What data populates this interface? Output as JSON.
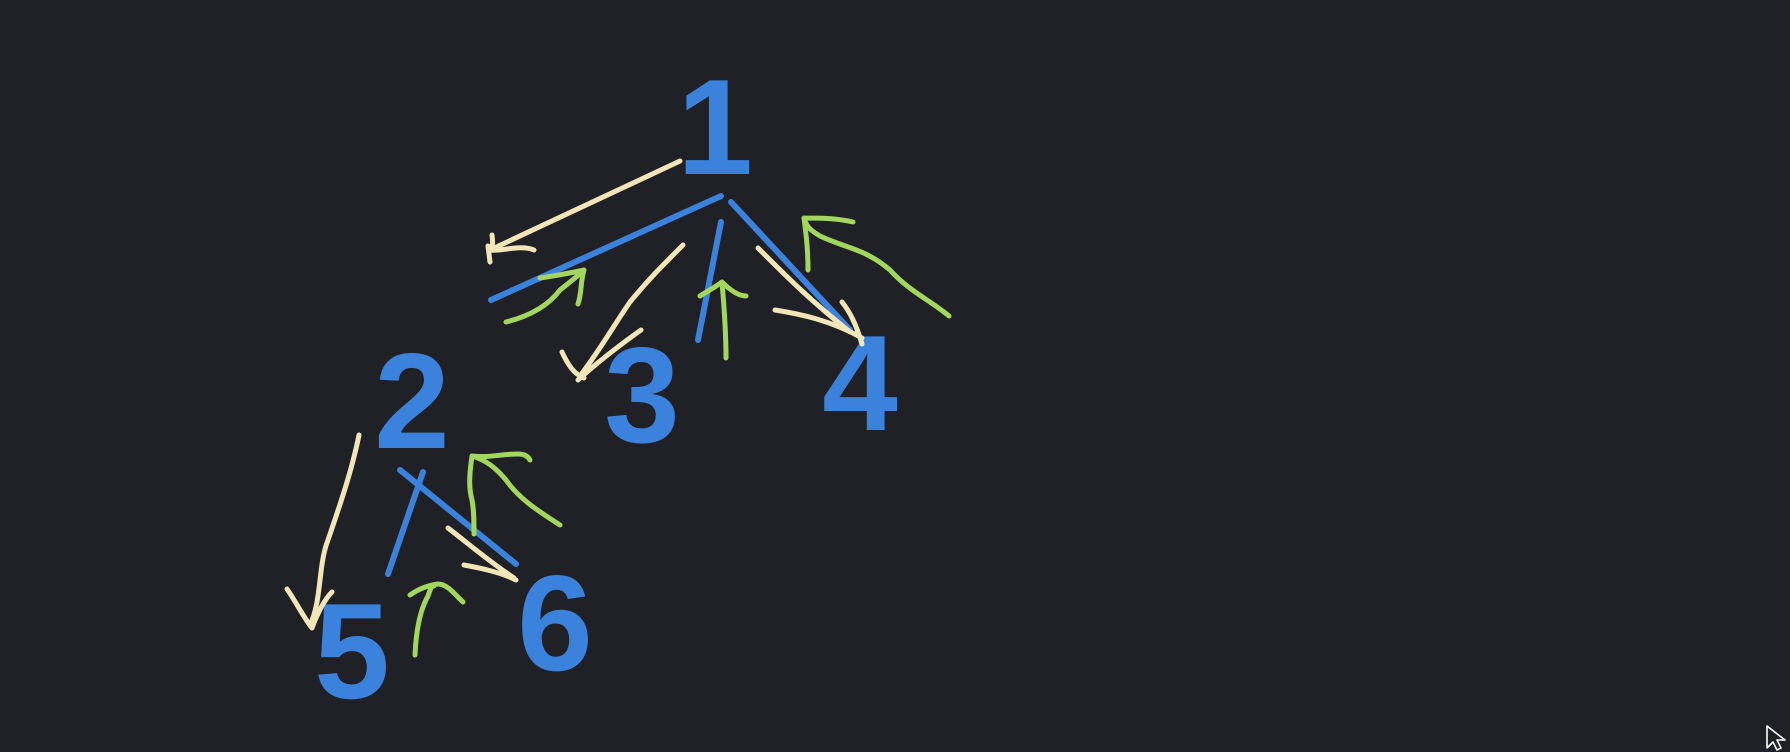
{
  "colors": {
    "background": "#1f2126",
    "node": "#3b82dd",
    "edge": "#3b82dd",
    "descend_stroke": "#f1e6b8",
    "ascend_stroke": "#a3d65c"
  },
  "tree": {
    "nodes": [
      {
        "id": "1",
        "label": "1"
      },
      {
        "id": "2",
        "label": "2"
      },
      {
        "id": "3",
        "label": "3"
      },
      {
        "id": "4",
        "label": "4"
      },
      {
        "id": "5",
        "label": "5"
      },
      {
        "id": "6",
        "label": "6"
      }
    ],
    "edges": [
      {
        "from": "1",
        "to": "2"
      },
      {
        "from": "1",
        "to": "3"
      },
      {
        "from": "1",
        "to": "4"
      },
      {
        "from": "2",
        "to": "5"
      },
      {
        "from": "2",
        "to": "6"
      }
    ]
  },
  "annotations": {
    "descend_arrows": 5,
    "ascend_arrows": 5
  },
  "cursor": {
    "icon": "pointer-arrow-icon"
  }
}
